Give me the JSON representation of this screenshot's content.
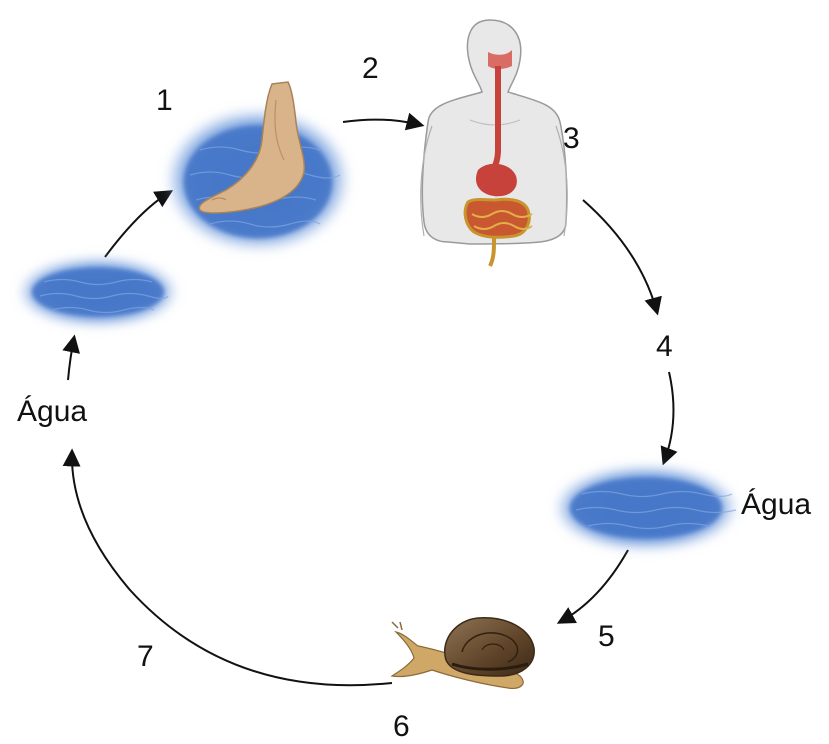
{
  "diagram": {
    "labels": {
      "step1": "1",
      "step2": "2",
      "step3": "3",
      "step4": "4",
      "step5": "5",
      "step6": "6",
      "step7": "7",
      "water_left": "Água",
      "water_right": "Água"
    },
    "colors": {
      "water": "#4a7fd0",
      "water_light": "#8fb1e6",
      "skin": "#d9b48a",
      "skin_dark": "#a9825a",
      "body": "#e6e6e6",
      "body_outline": "#9a9a9a",
      "gut": "#c8423c",
      "intestine": "#c8942e",
      "snail_shell": "#6b4c2c",
      "snail_body": "#cfa766",
      "arrow": "#111111"
    },
    "icons": [
      "foot-in-water-icon",
      "human-digestive-system-icon",
      "water-pool-icon",
      "snail-icon"
    ]
  }
}
